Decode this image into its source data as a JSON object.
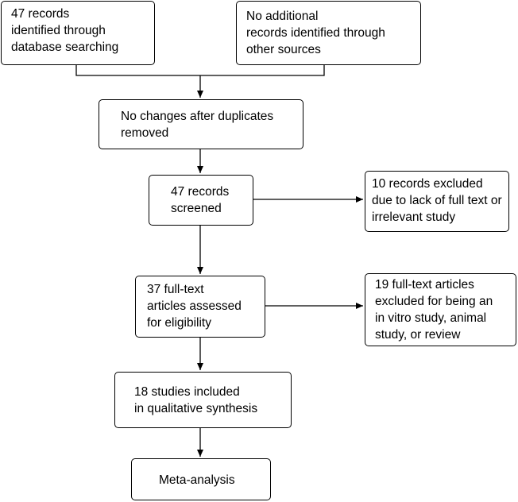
{
  "boxes": {
    "database": "47 records\nidentified through\ndatabase searching",
    "other_sources": "No additional\nrecords identified through\nother sources",
    "duplicates": "No changes after duplicates\nremoved",
    "screened": "47 records\nscreened",
    "excluded_screening": "10 records excluded\ndue to lack of full text or\nirrelevant study",
    "eligibility": "37 full-text\narticles assessed\nfor eligibility",
    "excluded_eligibility": "19 full-text articles\nexcluded for being an\nin vitro study, animal\nstudy, or review",
    "qualitative": "18 studies included\nin qualitative synthesis",
    "meta": "Meta-analysis"
  }
}
